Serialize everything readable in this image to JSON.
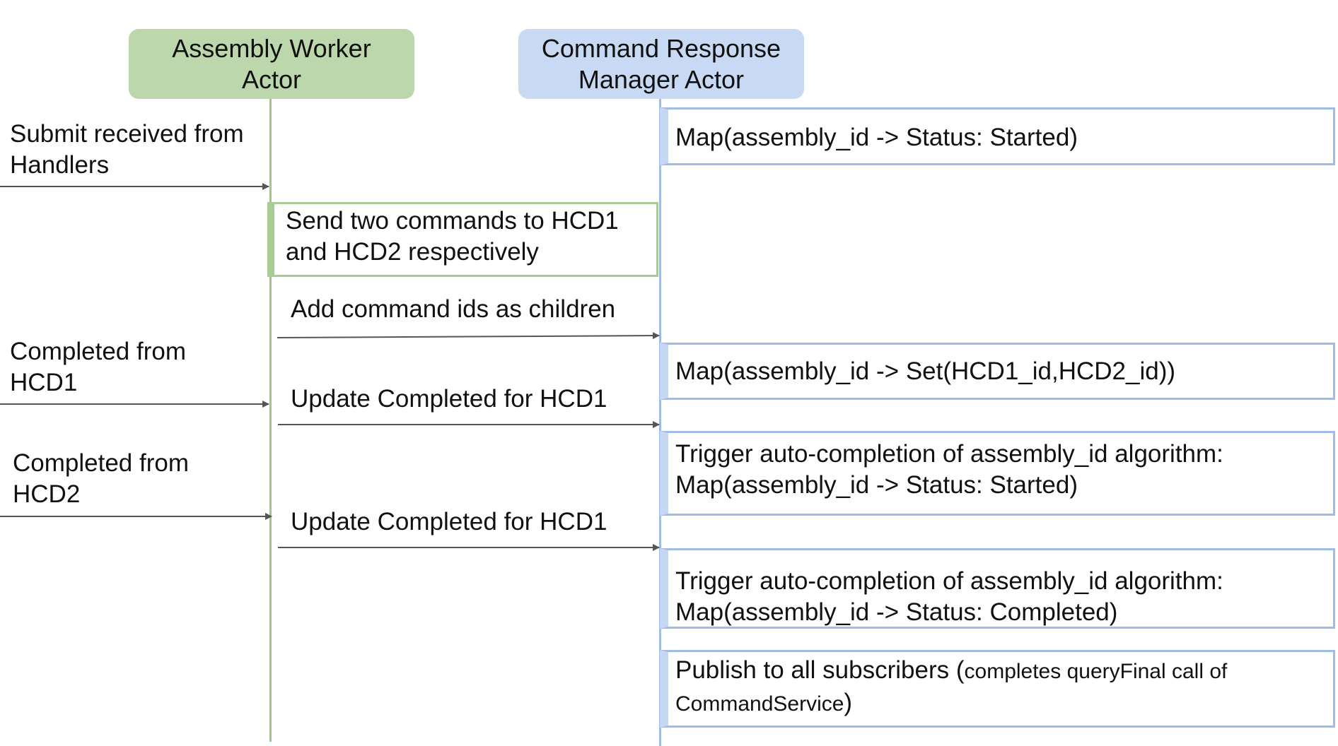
{
  "actors": {
    "worker": {
      "line1": "Assembly Worker",
      "line2": "Actor"
    },
    "crm": {
      "line1": "Command Response",
      "line2": "Manager Actor"
    }
  },
  "colors": {
    "worker_fill": "#bdd7ad",
    "worker_line": "#a3c78b",
    "crm_fill": "#c8d9f3",
    "crm_line": "#9fbbe6",
    "arrow": "#555555"
  },
  "messages": {
    "submit": {
      "line1": "Submit received from",
      "line2": "Handlers"
    },
    "completed_hcd1": {
      "line1": "Completed from",
      "line2": "HCD1"
    },
    "completed_hcd2": {
      "line1": "Completed from",
      "line2": "HCD2"
    },
    "add_children": "Add command ids as children",
    "update_hcd1_a": "Update Completed for HCD1",
    "update_hcd1_b": "Update Completed for HCD1"
  },
  "worker_box": {
    "line1": "Send two commands to HCD1",
    "line2": "and HCD2 respectively"
  },
  "crm_boxes": {
    "started": "Map(assembly_id -> Status: Started)",
    "children": "Map(assembly_id -> Set(HCD1_id,HCD2_id))",
    "auto1": {
      "line1": "Trigger auto-completion of assembly_id algorithm:",
      "line2": "Map(assembly_id -> Status: Started)"
    },
    "auto2": {
      "line1": "Trigger auto-completion of assembly_id algorithm:",
      "line2": "Map(assembly_id -> Status: Completed)"
    },
    "publish": {
      "main": "Publish to all subscribers",
      "open_paren": "(",
      "detail1": "completes queryFinal call of",
      "detail2": "CommandService",
      "close_paren": ")"
    }
  }
}
